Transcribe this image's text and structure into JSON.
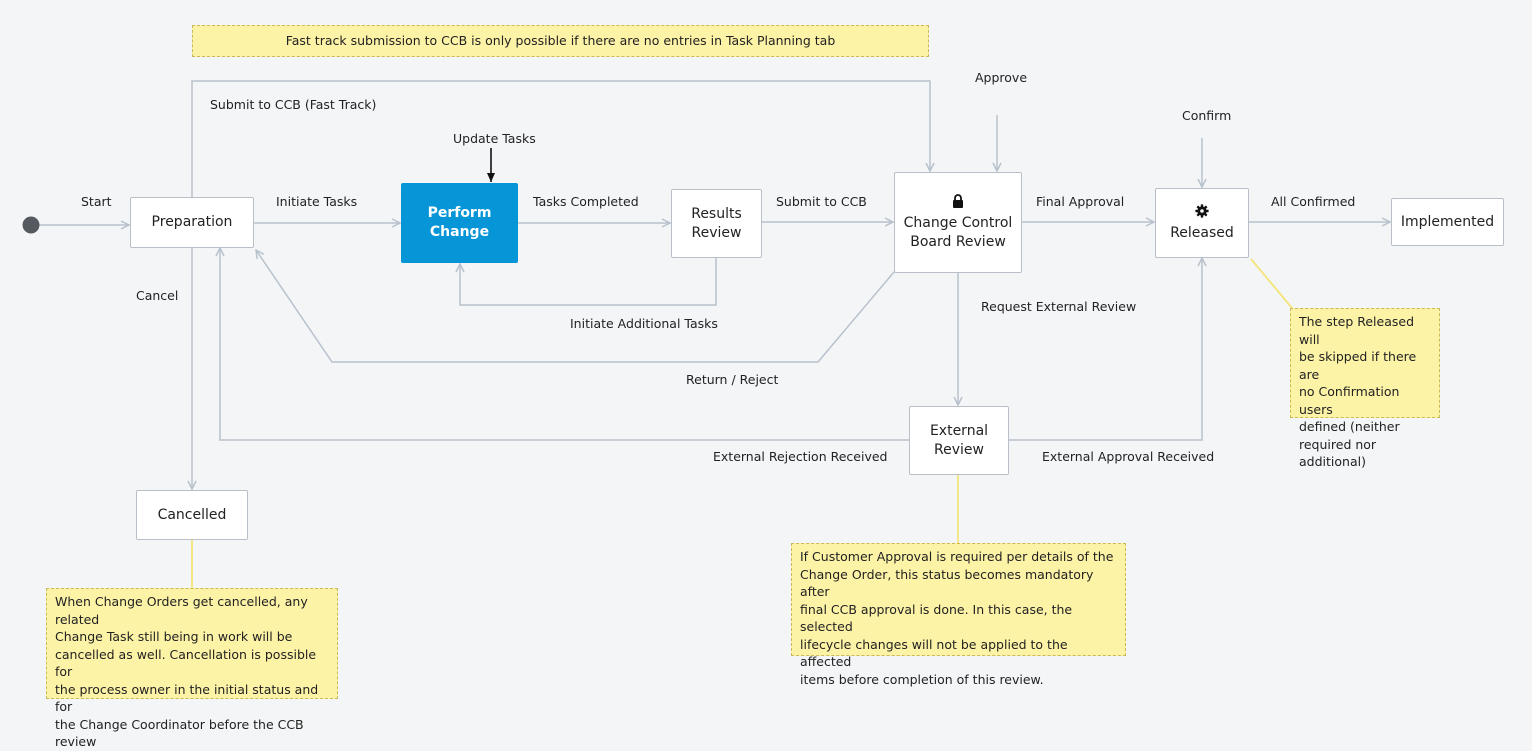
{
  "banner": "Fast track submission to CCB is only possible if there are no entries in Task Planning tab",
  "states": {
    "preparation": "Preparation",
    "perform_change": "Perform\nChange",
    "results_review": "Results\nReview",
    "ccb_review": "Change Control\nBoard Review",
    "released": "Released",
    "implemented": "Implemented",
    "external_review": "External\nReview",
    "cancelled": "Cancelled"
  },
  "transitions": {
    "start": "Start",
    "submit_fast_track": "Submit to CCB (Fast Track)",
    "update_tasks": "Update Tasks",
    "initiate_tasks": "Initiate Tasks",
    "tasks_completed": "Tasks Completed",
    "submit_to_ccb": "Submit to CCB",
    "approve": "Approve",
    "final_approval": "Final Approval",
    "confirm": "Confirm",
    "all_confirmed": "All Confirmed",
    "cancel": "Cancel",
    "initiate_additional_tasks": "Initiate Additional Tasks",
    "request_external_review": "Request External Review",
    "return_reject": "Return / Reject",
    "external_rejection_received": "External Rejection Received",
    "external_approval_received": "External Approval Received"
  },
  "notes": {
    "released_note": "The step Released will\nbe skipped if there are\nno Confirmation users\ndefined (neither\nrequired nor\nadditional)",
    "cancelled_note": "When Change Orders get cancelled, any related\nChange Task still being in work will be\ncancelled as well. Cancellation is possible for\nthe process owner in the initial status and for\nthe Change Coordinator before the CCB review",
    "external_note": "If Customer Approval is required per details of the\nChange Order, this status becomes mandatory after\nfinal CCB approval is done. In this case, the selected\nlifecycle changes will not be applied to the affected\nitems before completion of this review."
  },
  "icons": {
    "ccb_review": "lock-icon",
    "released": "gear-icon"
  },
  "colors": {
    "active_state": "#0696d7",
    "connector": "#b8c2cc",
    "note_fill": "#fdf3a7",
    "note_link": "#f3e57a"
  }
}
